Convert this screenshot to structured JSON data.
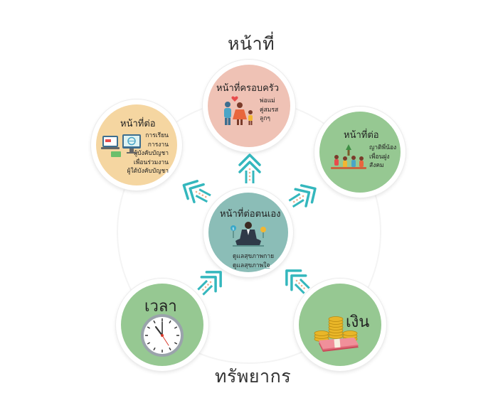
{
  "headings": {
    "top": "หน้าที่",
    "bottom": "ทรัพยากร"
  },
  "family": {
    "title": "หน้าที่ครอบครัว",
    "items": [
      "พ่อแม่",
      "คู่สมรส",
      "ลูกๆ"
    ]
  },
  "work": {
    "title": "หน้าที่ต่อ",
    "items": [
      "การเรียน",
      "การงาน",
      "ผู้บังคับบัญชา",
      "เพื่อนร่วมงาน",
      "ผู้ใต้บังคับบัญชา"
    ]
  },
  "social": {
    "title": "หน้าที่ต่อ",
    "items": [
      "ญาติพี่น้อง",
      "เพื่อนฝูง",
      "สังคม"
    ]
  },
  "self": {
    "title": "หน้าที่ต่อตนเอง",
    "items": [
      "ดูแลสุขภาพกาย",
      "ดูแลสุขภาพใจ"
    ]
  },
  "time": {
    "label": "เวลา"
  },
  "money": {
    "label": "เงิน"
  },
  "icons": {
    "family": "family-icon",
    "work": "computer-icon",
    "social": "community-icon",
    "self": "meditation-icon",
    "time": "clock-icon",
    "money": "money-icon",
    "arrows": "double-chevron-arrow-icon"
  },
  "colors": {
    "family": "#efc2b5",
    "work": "#f5d6a1",
    "social": "#96c892",
    "self": "#8bbdb7",
    "time": "#96c892",
    "money": "#96c892",
    "arrow": "#34b7bd",
    "arrow_dots": "#f0b08e"
  }
}
